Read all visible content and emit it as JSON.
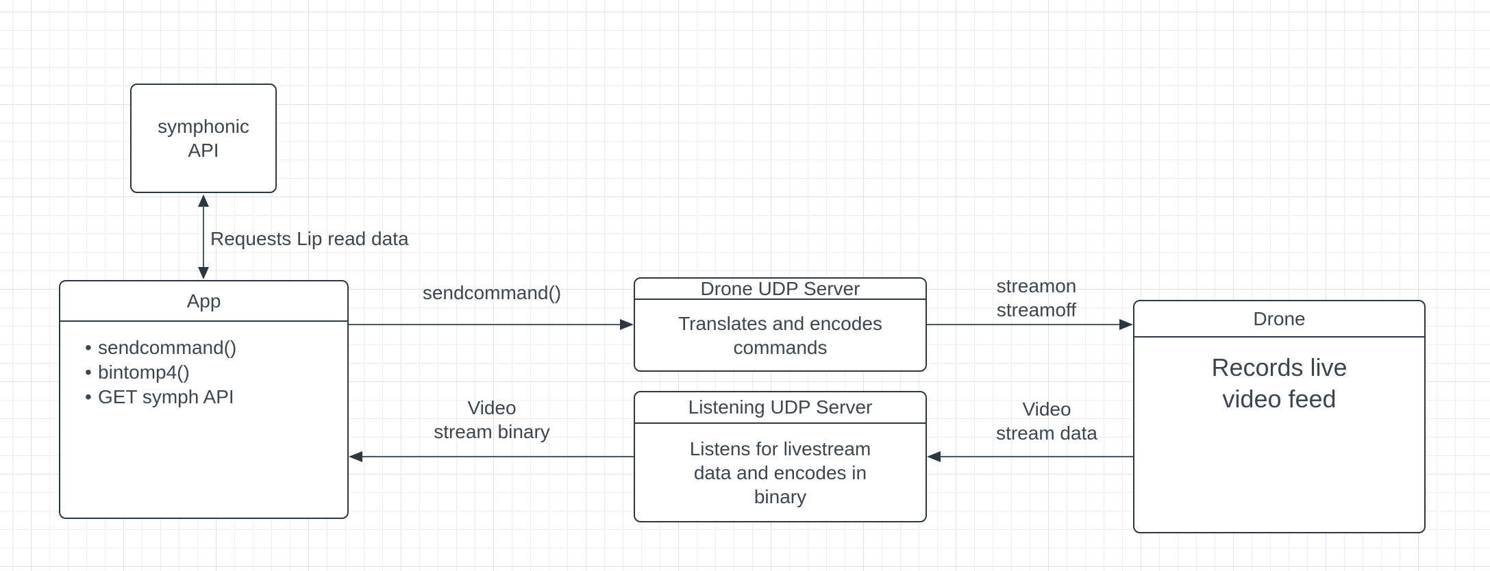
{
  "nodes": {
    "symphonic": {
      "lines": [
        "symphonic",
        "API"
      ]
    },
    "app": {
      "title": "App",
      "bullet": "•",
      "items": [
        "sendcommand()",
        "bintomp4()",
        "GET symph API"
      ]
    },
    "drone_udp": {
      "title": "Drone UDP Server",
      "body_lines": [
        "Translates and encodes",
        "commands"
      ]
    },
    "listening_udp": {
      "title": "Listening UDP Server",
      "body_lines": [
        "Listens for livestream",
        "data and encodes in",
        "binary"
      ]
    },
    "drone": {
      "title": "Drone",
      "body_lines": [
        "Records live",
        "video feed"
      ]
    }
  },
  "edges": {
    "requests_lip_read": {
      "label": "Requests Lip read data"
    },
    "sendcommand": {
      "label": "sendcommand()"
    },
    "stream_toggle": {
      "label_lines": [
        "streamon",
        "streamoff"
      ]
    },
    "video_stream_data": {
      "label_lines": [
        "Video",
        "stream data"
      ]
    },
    "video_stream_binary": {
      "label_lines": [
        "Video",
        "stream binary"
      ]
    }
  },
  "colors": {
    "node_border": "#2d3742",
    "text": "#3b4650",
    "edge_line": "#4d575f",
    "background": "#ffffff",
    "grid_minor": "#efefef",
    "grid_major": "#e1e1e4"
  }
}
